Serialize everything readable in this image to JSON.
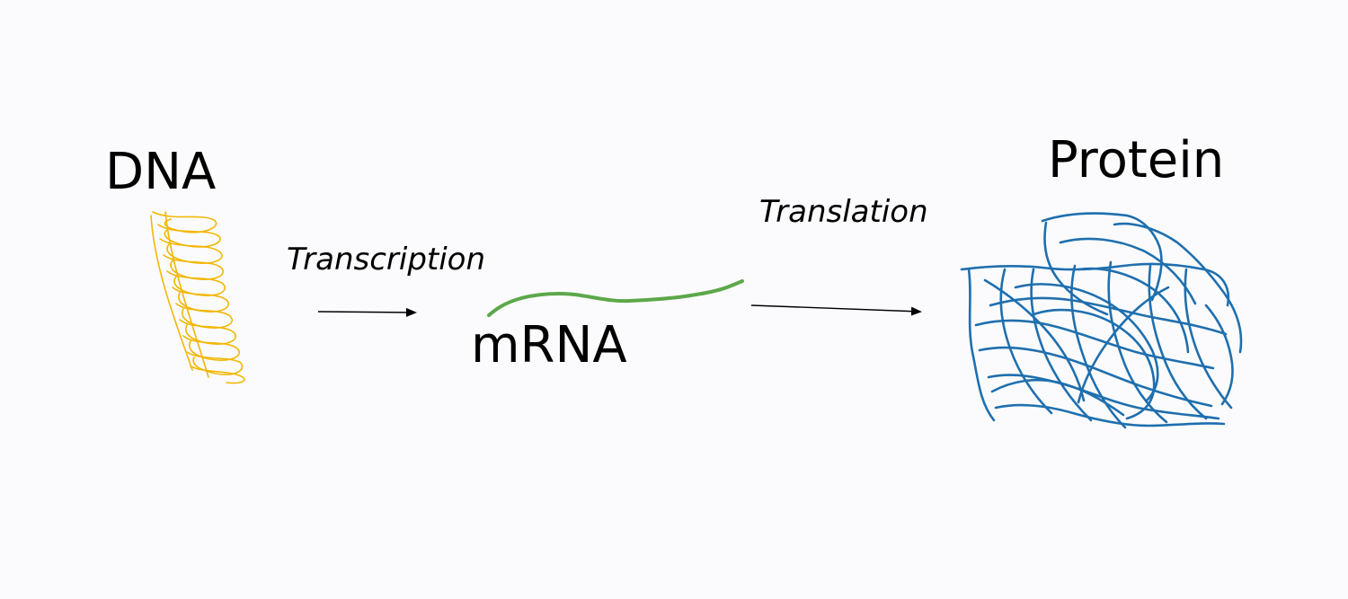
{
  "diagram": {
    "nodes": {
      "dna": "DNA",
      "mrna": "mRNA",
      "protein": "Protein"
    },
    "processes": {
      "transcription": "Transcription",
      "translation": "Translation"
    },
    "colors": {
      "dna_strand": "#f2b705",
      "mrna_strand": "#5ca84a",
      "protein_strand": "#1f6fae",
      "arrow": "#000000",
      "background": "#fbfbfd"
    },
    "icons": {
      "dna": "dna-helix-icon",
      "mrna": "mrna-strand-icon",
      "protein": "protein-tangle-icon"
    }
  }
}
